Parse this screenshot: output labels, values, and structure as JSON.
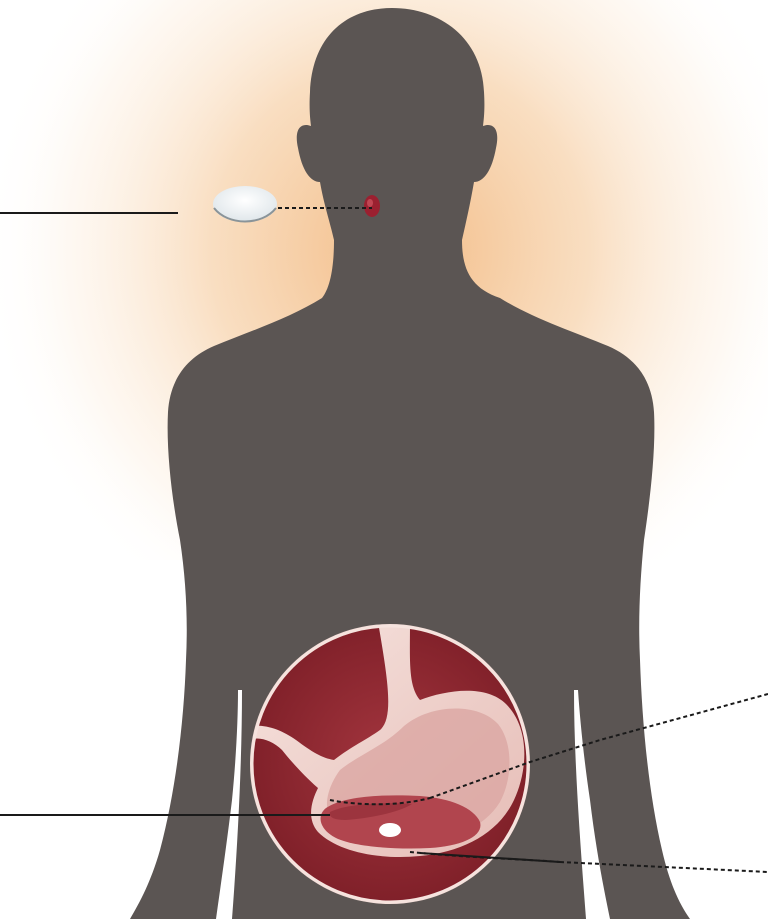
{
  "colors": {
    "background": "#ffffff",
    "glow": "#f2b77e",
    "silhouette": "#5b5553",
    "stomach_background": "#8e2730",
    "stomach_wall": "#f1d8d2",
    "stomach_lining": "#d79b98",
    "stomach_interior": "#b1454e",
    "thyroid_mark": "#9b2030",
    "capsule": "#ffffff",
    "leader_line": "#1a1a1a"
  },
  "elements": {
    "silhouette": "human-torso-silhouette",
    "throat_marker": "throat-marker",
    "swallowed_object": "small-disc",
    "inset": "stomach-cutaway-inset",
    "capsule": "capsule-in-stomach"
  }
}
